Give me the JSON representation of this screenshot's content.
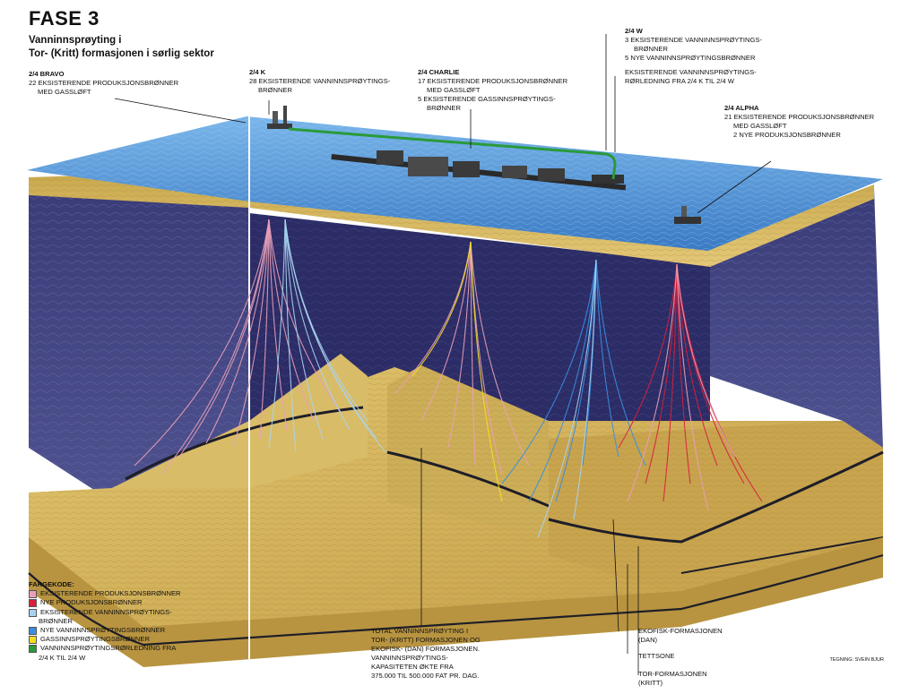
{
  "title": "FASE 3",
  "subtitle": [
    "Vanninnsprøyting i",
    "Tor- (Kritt) formasjonen i sørlig sektor"
  ],
  "labels": {
    "bravo": {
      "head": "2/4 BRAVO",
      "lines": [
        "22 EKSISTERENDE PRODUKSJONSBRØNNER",
        "MED GASSLØFT"
      ]
    },
    "k": {
      "head": "2/4 K",
      "lines": [
        "28 EKSISTERENDE VANNINNSPRØYTINGS-",
        "BRØNNER"
      ]
    },
    "charlie": {
      "head": "2/4 CHARLIE",
      "lines": [
        "17 EKSISTERENDE PRODUKSJONSBRØNNER",
        "MED GASSLØFT",
        "5 EKSISTERENDE GASSINNSPRØYTINGS-",
        "BRØNNER"
      ]
    },
    "w": {
      "head": "2/4 W",
      "lines": [
        "3 EKSISTERENDE VANNINNSPRØYTINGS-",
        "BRØNNER",
        "5 NYE VANNINNSPRØYTINGSBRØNNER"
      ]
    },
    "pipeline": {
      "lines": [
        "EKSISTERENDE VANNINNSPRØYTINGS-",
        "RØRLEDNING FRA 2/4 K TIL 2/4 W"
      ]
    },
    "alpha": {
      "head": "2/4 ALPHA",
      "lines": [
        "21 EKSISTERENDE PRODUKSJONSBRØNNER",
        "MED GASSLØFT",
        "2 NYE PRODUKSJONSBRØNNER"
      ]
    },
    "total": {
      "lines": [
        "TOTAL VANNINNSPRØYTING I",
        "TOR- (KRITT) FORMASJONEN OG",
        "EKOFISK- (DAN) FORMASJONEN.",
        "VANNINNSPRØYTINGS-",
        "KAPASITETEN ØKTE FRA",
        "375.000 TIL 500.000 FAT PR. DAG."
      ]
    },
    "ekofisk": {
      "lines": [
        "EKOFISK-FORMASJONEN",
        "(DAN)"
      ]
    },
    "tettsone": {
      "lines": [
        "TETTSONE"
      ]
    },
    "tor": {
      "lines": [
        "TOR-FORMASJONEN",
        "(KRITT)"
      ]
    }
  },
  "legend": {
    "head": "FARGEKODE:",
    "items": [
      {
        "label": "EKSISTERENDE PRODUKSJONSBRØNNER",
        "color": "#e8a0b8"
      },
      {
        "label": "NYE PRODUKSJONSBRØNNER",
        "color": "#d8203c"
      },
      {
        "label": "EKSISTERENDE VANNINNSPRØYTINGS-",
        "cont": "BRØNNER",
        "color": "#a8d4f0"
      },
      {
        "label": "NYE VANNINNSPRØYTINGSBRØNNER",
        "color": "#3a8ee0"
      },
      {
        "label": "GASSINNSPRØYTINGSBRØNNER",
        "color": "#f2e020"
      },
      {
        "label": "VANNINNSPRØYTINGSRØRLEDNING FRA",
        "cont": "2/4 K TIL 2/4 W",
        "color": "#2a9a3a"
      }
    ]
  },
  "credit": "TEGNING: SVEIN BJUR",
  "colors": {
    "sea": "#4a8ed0",
    "rock": "#4a4c8c",
    "sand": "#d8b860",
    "pipeline": "#2a9a3a"
  }
}
